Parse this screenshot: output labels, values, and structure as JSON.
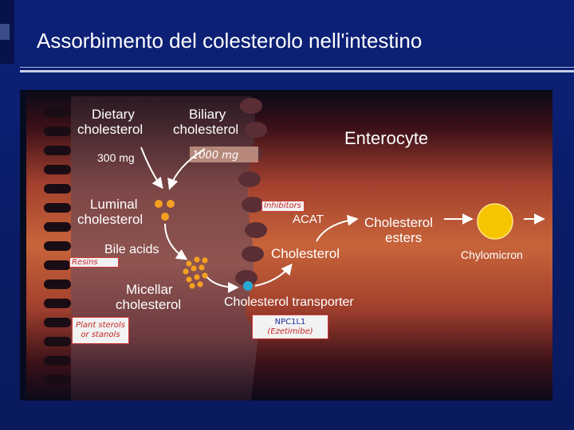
{
  "slide": {
    "title": "Assorbimento del colesterolo nell'intestino"
  },
  "diagram": {
    "heading": "Enterocyte",
    "dietary": [
      "Dietary",
      "cholesterol"
    ],
    "dietary_amount": "300 mg",
    "biliary": [
      "Biliary",
      "cholesterol"
    ],
    "biliary_amount": "1000 mg",
    "luminal": [
      "Luminal",
      "cholesterol"
    ],
    "bile_acids": "Bile acids",
    "micellar": [
      "Micellar",
      "cholesterol"
    ],
    "cholesterol": "Cholesterol",
    "acat": "ACAT",
    "esters": [
      "Cholesterol",
      "esters"
    ],
    "chylomicron": "Chylomicron",
    "transporter": "Cholesterol transporter",
    "resins": "Resins",
    "plant_sterols": [
      "Plant sterols",
      "or stanols"
    ],
    "inhibitors": "Inhibitors",
    "npc1l1": "NPC1L1",
    "ezetimibe": "(Ezetimibe)"
  },
  "colors": {
    "slide_background": "#0b1f6b",
    "panel": "#070b1f",
    "droplet": "#f5a020",
    "chylomicron": "#f7c400",
    "transporter_dot": "#2aa9d6",
    "label_border": "#d23a3a"
  }
}
